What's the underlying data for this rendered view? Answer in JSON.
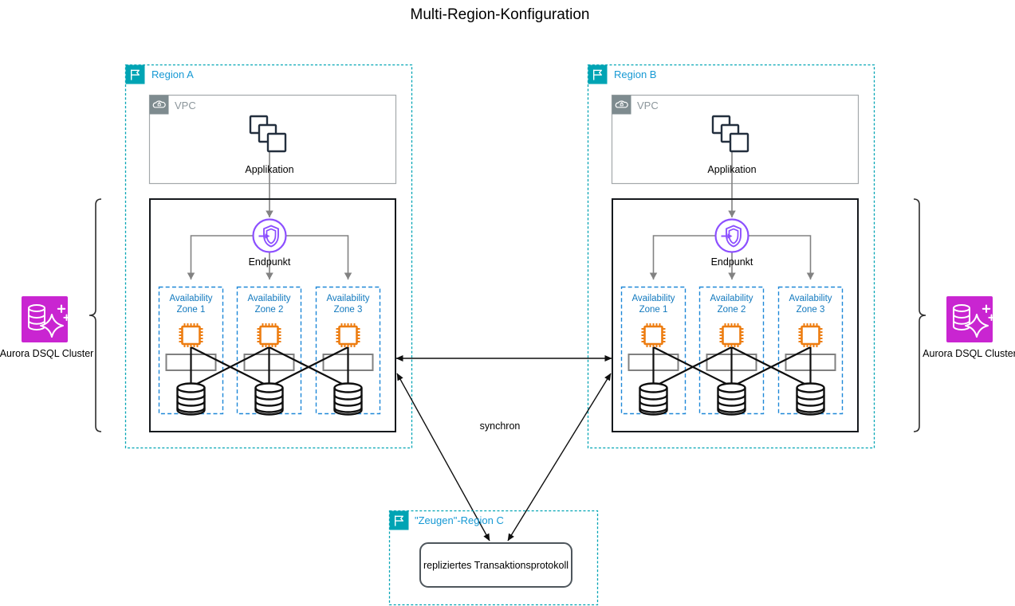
{
  "title": "Multi-Region-Konfiguration",
  "regions": [
    {
      "label": "Region A",
      "vpc_label": "VPC",
      "app_label": "Applikation",
      "endpoint_label": "Endpunkt",
      "azs": [
        [
          "Availability",
          "Zone 1"
        ],
        [
          "Availability",
          "Zone 2"
        ],
        [
          "Availability",
          "Zone 3"
        ]
      ]
    },
    {
      "label": "Region B",
      "vpc_label": "VPC",
      "app_label": "Applikation",
      "endpoint_label": "Endpunkt",
      "azs": [
        [
          "Availability",
          "Zone 1"
        ],
        [
          "Availability",
          "Zone 2"
        ],
        [
          "Availability",
          "Zone 3"
        ]
      ]
    }
  ],
  "witness_region": {
    "label": "\"Zeugen\"-Region C",
    "log_label": "repliziertes Transaktionsprotokoll"
  },
  "sync_label": "synchron",
  "aurora_left_label": "Aurora DSQL Cluster",
  "aurora_right_label": "Aurora DSQL Cluster",
  "colors": {
    "region_teal": "#00A4B4",
    "region_label_blue": "#1699D4",
    "az_label_blue": "#1279BE",
    "az_border_blue": "#1E88D8",
    "vpc_gray": "#7E8B8F",
    "endpoint_purple": "#8C4FFF",
    "chip_orange": "#ED7D11",
    "aurora_magenta": "#C925D1",
    "connector_gray": "#828282",
    "app_navy": "#232F3E"
  }
}
